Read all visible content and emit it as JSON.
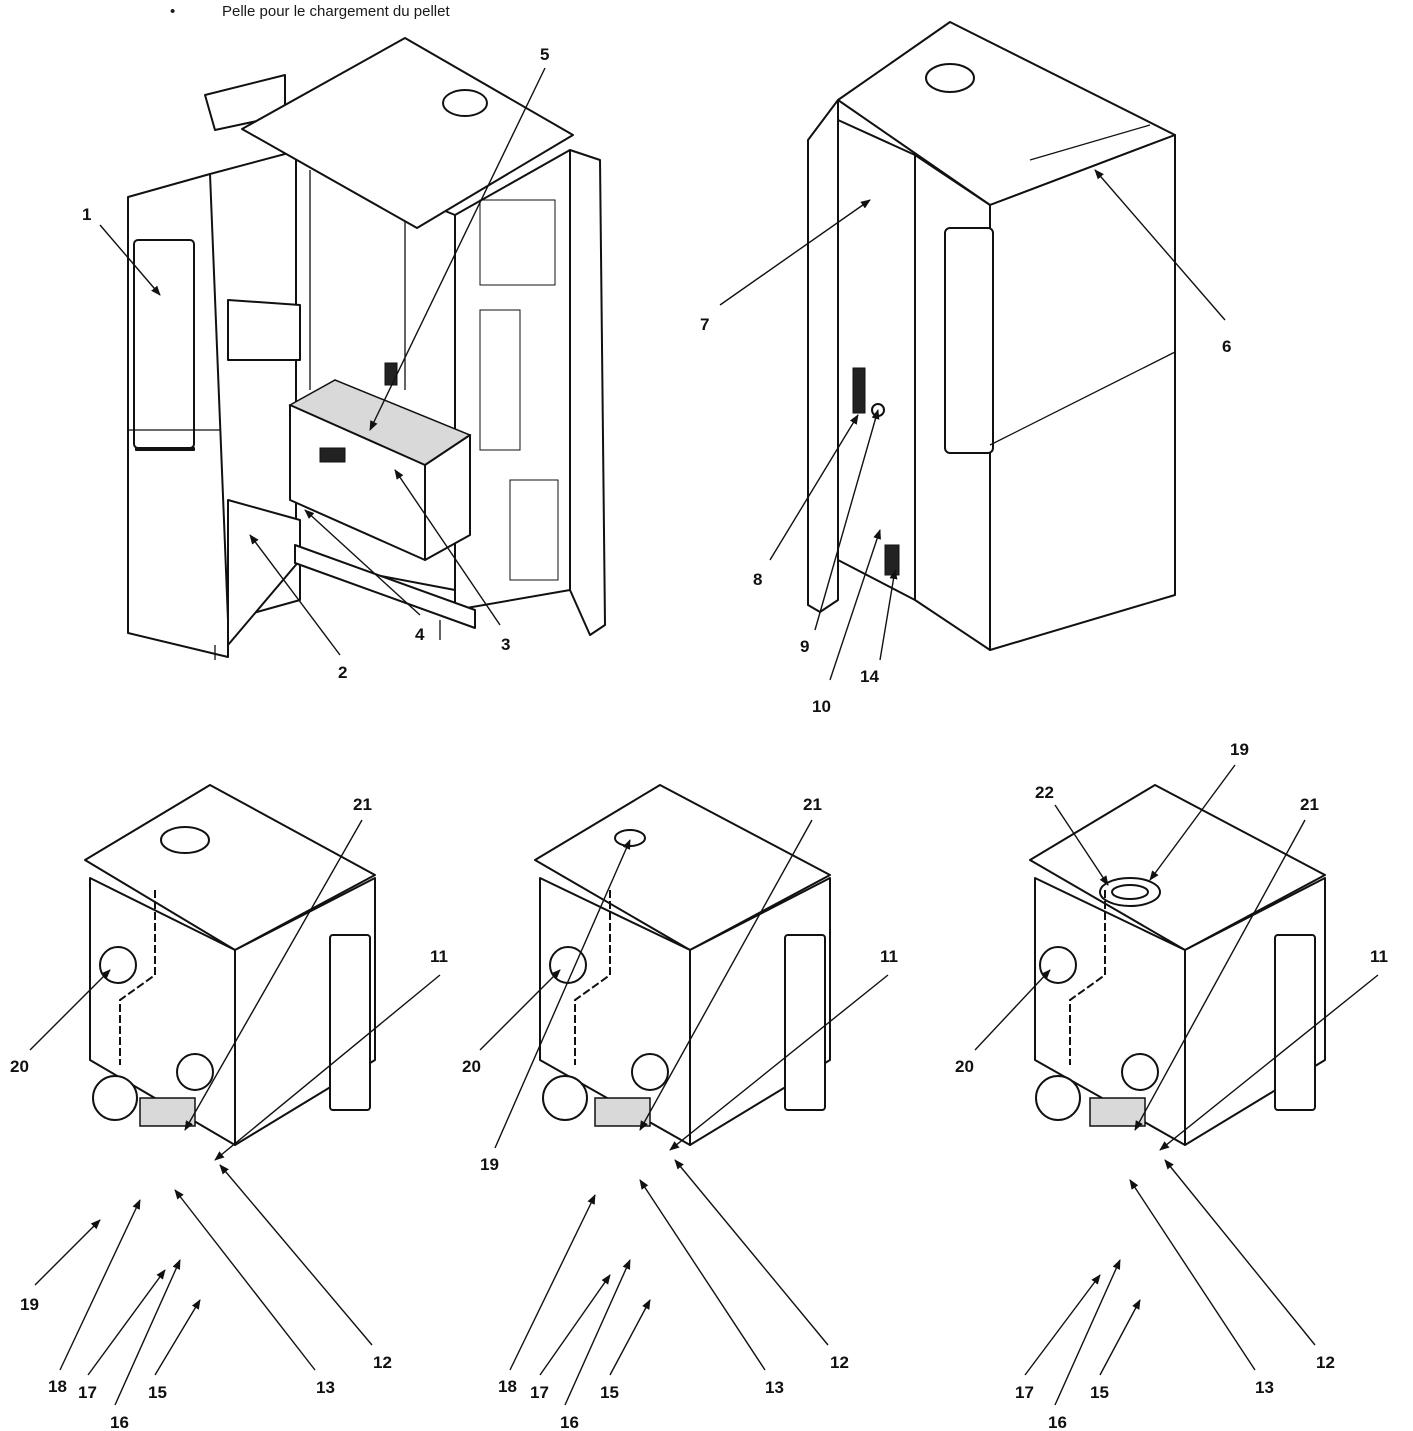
{
  "header": {
    "bullet": "•",
    "text": "Pelle pour le chargement du pellet"
  },
  "callouts": {
    "top_left": [
      "1",
      "2",
      "3",
      "4",
      "5"
    ],
    "top_right": [
      "6",
      "7",
      "8",
      "9",
      "10",
      "14"
    ],
    "bottom_left": [
      "11",
      "12",
      "13",
      "15",
      "16",
      "17",
      "18",
      "19",
      "20",
      "21"
    ],
    "bottom_middle": [
      "11",
      "12",
      "13",
      "15",
      "16",
      "17",
      "18",
      "19",
      "20",
      "21"
    ],
    "bottom_right": [
      "11",
      "12",
      "13",
      "15",
      "16",
      "17",
      "19",
      "20",
      "21",
      "22"
    ]
  },
  "colors": {
    "line": "#111111",
    "background": "#ffffff"
  }
}
